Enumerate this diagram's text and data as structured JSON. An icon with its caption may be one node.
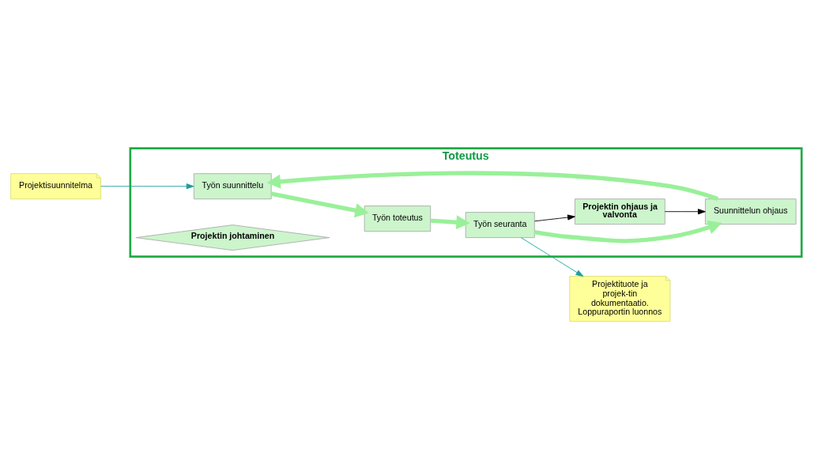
{
  "diagram": {
    "nodes": [
      {
        "text": [
          "Toteutus"
        ]
      },
      {
        "text": [
          "Projektisuunnitelma"
        ]
      },
      {
        "text": [
          "Työn suunnittelu"
        ],
        "in": 0
      },
      {
        "text": [
          "Suunnittelun ohjaus"
        ],
        "in": 0
      },
      {
        "text": [
          "Projektin johtaminen"
        ],
        "in": 0
      },
      {
        "text": [
          "Työn toteutus"
        ],
        "in": 0
      },
      {
        "text": [
          "Työn seuranta"
        ],
        "in": 0
      },
      {
        "text": [
          "Projektin ohjaus ja valvonta"
        ],
        "in": 0
      },
      {
        "text": [
          "Projektituote ja projek-tin dokumentaatio. Loppuraportin luonnos"
        ]
      }
    ],
    "edges": [
      {
        "from": 1,
        "to": 2,
        "arrow": "to",
        "color": "#1a9e9e"
      },
      {
        "from": 2,
        "to": 5,
        "arrow": "to",
        "style": "thick",
        "color": "#99f099"
      },
      {
        "from": 5,
        "to": 6,
        "arrow": "to",
        "style": "thick",
        "color": "#99f099"
      },
      {
        "from": 6,
        "to": 3,
        "arrow": "to",
        "style": "thick",
        "color": "#99f099"
      },
      {
        "from": 3,
        "to": 2,
        "arrow": "to",
        "style": "thick",
        "color": "#99f099"
      },
      {
        "from": 6,
        "to": 7,
        "arrow": "to",
        "color": "#000000"
      },
      {
        "from": 7,
        "to": 3,
        "arrow": "to",
        "color": "#000000"
      },
      {
        "from": 6,
        "to": 8,
        "arrow": "to",
        "color": "#1a9e9e"
      }
    ]
  }
}
